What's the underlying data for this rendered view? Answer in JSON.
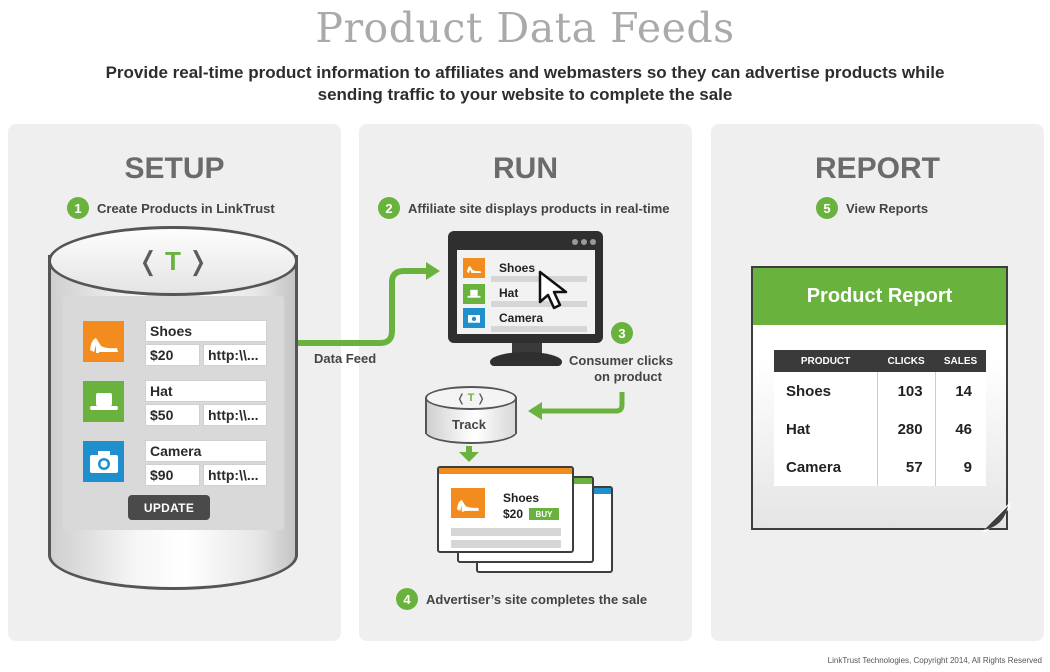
{
  "header": {
    "title": "Product Data Feeds",
    "subtitle_line1": "Provide real-time product information to affiliates and webmasters so they can advertise products while",
    "subtitle_line2": "sending traffic to your website to complete the sale"
  },
  "colors": {
    "accent_green": "#6ab23e",
    "orange": "#f28c1e",
    "blue": "#1f8fce",
    "panel_gray": "#efefef",
    "dark": "#3a3a3a"
  },
  "setup": {
    "title": "SETUP",
    "step": {
      "number": "1",
      "label": "Create Products in LinkTrust"
    },
    "logo": {
      "left": "❬",
      "mid": "T",
      "right": "❭"
    },
    "products": [
      {
        "icon": "shoe-icon",
        "name": "Shoes",
        "price": "$20",
        "link": "http:\\\\..."
      },
      {
        "icon": "hat-icon",
        "name": "Hat",
        "price": "$50",
        "link": "http:\\\\..."
      },
      {
        "icon": "camera-icon",
        "name": "Camera",
        "price": "$90",
        "link": "http:\\\\..."
      }
    ],
    "update_button": "UPDATE"
  },
  "flow": {
    "data_feed_label": "Data Feed",
    "consumer_clicks_line1": "Consumer clicks",
    "consumer_clicks_line2": "on product",
    "track_label": "Track"
  },
  "run": {
    "title": "RUN",
    "step2": {
      "number": "2",
      "label": "Affiliate site displays products in real-time"
    },
    "step3": {
      "number": "3"
    },
    "step4": {
      "number": "4",
      "label": "Advertiser’s site completes the sale"
    },
    "screen_products": [
      "Shoes",
      "Hat",
      "Camera"
    ],
    "sale_card": {
      "name": "Shoes",
      "price": "$20",
      "buy": "BUY"
    }
  },
  "report": {
    "title": "REPORT",
    "step": {
      "number": "5",
      "label": "View Reports"
    },
    "card_title": "Product Report",
    "columns": [
      "PRODUCT",
      "CLICKS",
      "SALES"
    ],
    "rows": [
      {
        "product": "Shoes",
        "clicks": "103",
        "sales": "14"
      },
      {
        "product": "Hat",
        "clicks": "280",
        "sales": "46"
      },
      {
        "product": "Camera",
        "clicks": "57",
        "sales": "9"
      }
    ]
  },
  "footer": "LinkTrust Technologies, Copyright 2014, All Rights Reserved"
}
